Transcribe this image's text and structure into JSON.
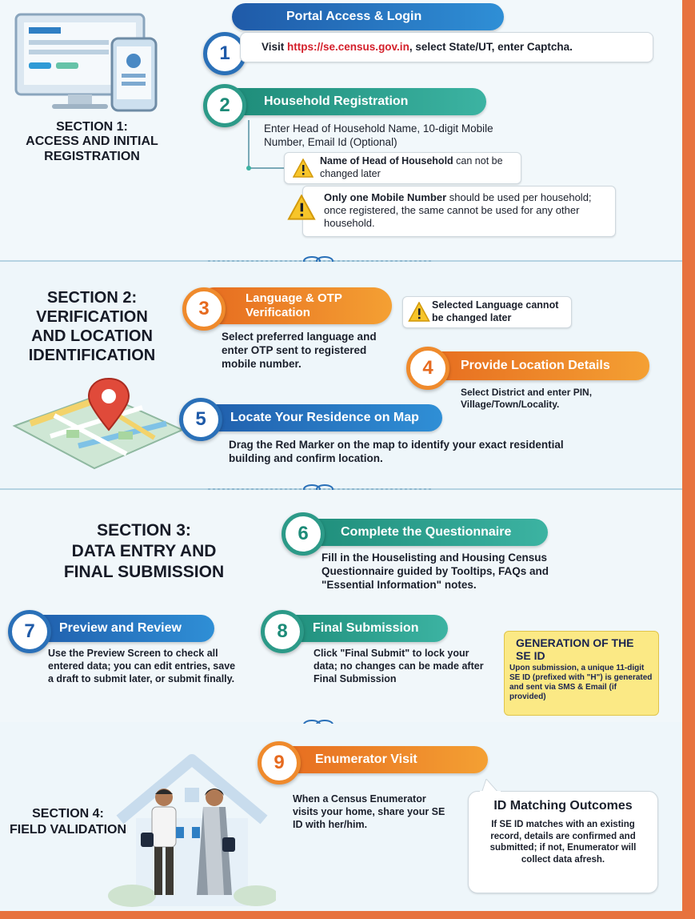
{
  "section1": {
    "title": "SECTION 1:\nACCESS AND INITIAL\nREGISTRATION",
    "step1": {
      "number": "1",
      "label": "Portal Access & Login",
      "text_before": "Visit ",
      "url": "https://se.census.gov.in",
      "text_after": ", select State/UT, enter Captcha."
    },
    "step2": {
      "number": "2",
      "label": "Household Registration",
      "text": "Enter Head of Household Name, 10-digit Mobile Number, Email Id (Optional)",
      "warning1_bold": "Name of Head of Household",
      "warning1_rest": " can not be changed later",
      "warning2_bold": "Only one Mobile Number",
      "warning2_rest": " should be used per household; once registered, the same cannot be used for any other household."
    }
  },
  "section2": {
    "title": "SECTION 2:\nVERIFICATION\nAND LOCATION\nIDENTIFICATION",
    "step3": {
      "number": "3",
      "label": "Language & OTP Verification",
      "text": "Select preferred language and enter OTP sent to registered mobile number.",
      "warning": "Selected Language cannot be changed later"
    },
    "step4": {
      "number": "4",
      "label": "Provide Location Details",
      "text": "Select District and enter PIN, Village/Town/Locality."
    },
    "step5": {
      "number": "5",
      "label": "Locate Your Residence on Map",
      "text": "Drag the Red Marker on the map to identify your exact residential building and confirm location."
    }
  },
  "section3": {
    "title": "SECTION 3:\nDATA ENTRY AND\nFINAL SUBMISSION",
    "step6": {
      "number": "6",
      "label": "Complete the Questionnaire",
      "text": "Fill in the Houselisting and Housing Census Questionnaire guided by Tooltips, FAQs and \"Essential Information\" notes."
    },
    "step7": {
      "number": "7",
      "label": "Preview and Review",
      "text": "Use the Preview Screen to check all entered data; you can edit entries, save a draft to submit later, or submit finally."
    },
    "step8": {
      "number": "8",
      "label": "Final Submission",
      "text": "Click \"Final Submit\" to lock your data; no changes can be made after Final Submission"
    },
    "se_id_box": {
      "title": "GENERATION OF THE SE ID",
      "text": "Upon submission, a unique 11-digit SE ID (prefixed with \"H\") is generated and sent via SMS & Email (if provided)"
    }
  },
  "section4": {
    "title": "SECTION 4:\nFIELD VALIDATION",
    "step9": {
      "number": "9",
      "label": "Enumerator Visit",
      "text": "When a Census Enumerator visits your home, share your SE ID with her/him."
    },
    "outcomes": {
      "title": "ID Matching Outcomes",
      "text": "If SE ID matches with an existing record, details are confirmed and submitted; if not, Enumerator will collect data afresh."
    }
  },
  "colors": {
    "blue": "#1f5aa8",
    "teal": "#1d8b78",
    "orange": "#e66a1f",
    "frame": "#e7723e",
    "url_red": "#d4202b",
    "highlight_yellow": "#fbe985"
  },
  "icons": [
    "computer-phone-icon",
    "warning-icon",
    "map-pin-icon",
    "house-icon",
    "enumerator-people-icon",
    "divider-ornament-icon"
  ]
}
